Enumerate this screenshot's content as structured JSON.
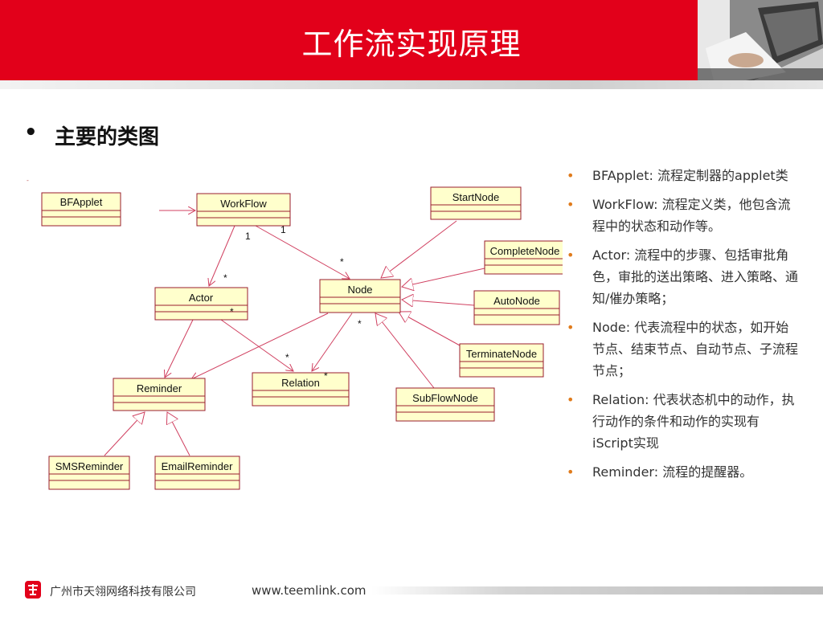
{
  "title": "工作流实现原理",
  "bullet": "•",
  "heading": "主要的类图",
  "diagram": {
    "classes": {
      "bfapplet": "BFApplet",
      "workflow": "WorkFlow",
      "startnode": "StartNode",
      "completenode": "CompleteNode",
      "actor": "Actor",
      "node": "Node",
      "autonode": "AutoNode",
      "terminatenode": "TerminateNode",
      "reminder": "Reminder",
      "relation": "Relation",
      "subflownode": "SubFlowNode",
      "smsreminder": "SMSReminder",
      "emailreminder": "EmailReminder"
    },
    "multiplicities": {
      "workflow_actor": "1",
      "workflow_node": "1",
      "actor_end": "*",
      "node_end": "*",
      "actor_relation": "*",
      "node_relation": "*",
      "relation_left": "*",
      "relation_right": "*"
    },
    "colors": {
      "box_fill": "#ffffcc",
      "box_border": "#9a1c2e",
      "line": "#d04060"
    }
  },
  "notes": [
    {
      "bullet": "•",
      "text": "BFApplet: 流程定制器的applet类"
    },
    {
      "bullet": "•",
      "text": "WorkFlow: 流程定义类，他包含流程中的状态和动作等。"
    },
    {
      "bullet": "•",
      "text": "Actor: 流程中的步骤、包括审批角色，审批的送出策略、进入策略、通知/催办策略；"
    },
    {
      "bullet": "•",
      "text": "Node: 代表流程中的状态，如开始节点、结束节点、自动节点、子流程节点；"
    },
    {
      "bullet": "•",
      "text": "Relation: 代表状态机中的动作，执行动作的条件和动作的实现有iScript实现"
    },
    {
      "bullet": "•",
      "text": "Reminder: 流程的提醒器。"
    }
  ],
  "footer": {
    "company": "广州市天翎网络科技有限公司",
    "website": "www.teemlink.com"
  },
  "brand_colors": {
    "red": "#e2001a",
    "accent": "#e07b1c"
  },
  "icons": {
    "header_photo": "laptop-photo",
    "logo": "teemlink-logo-icon"
  }
}
